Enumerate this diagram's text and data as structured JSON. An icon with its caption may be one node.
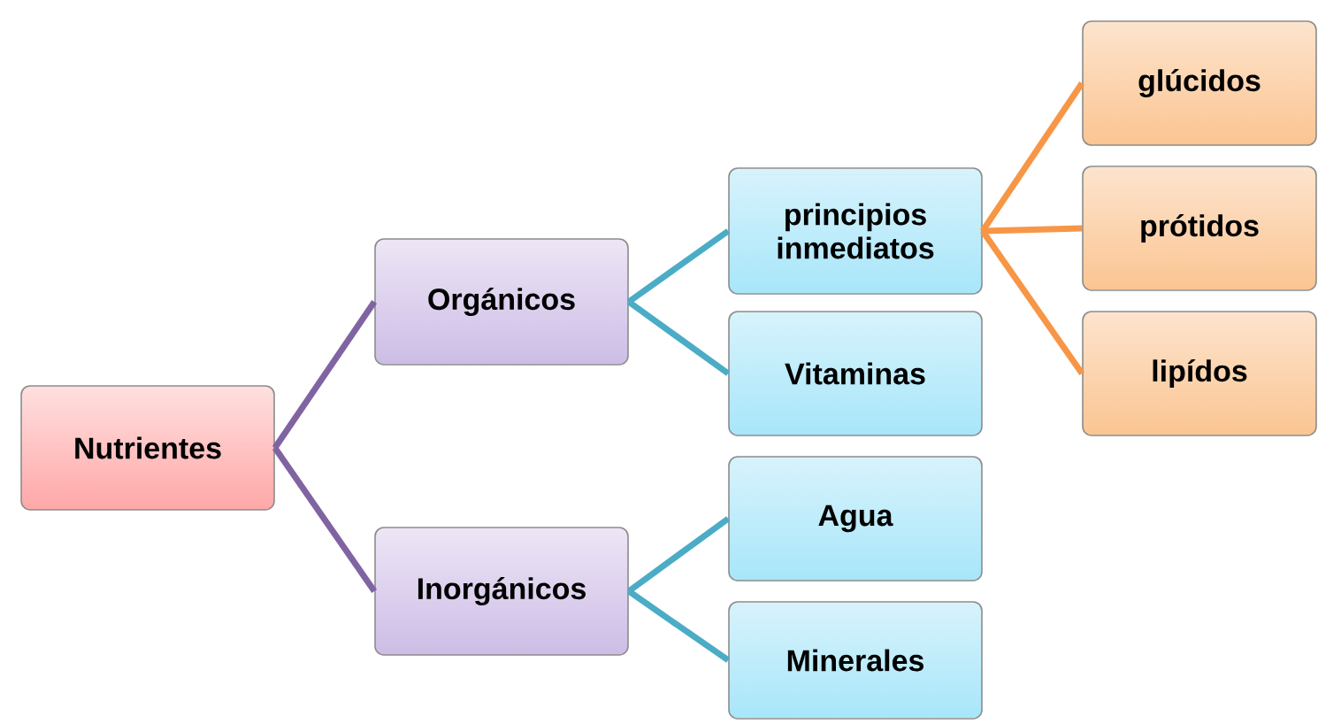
{
  "diagram": {
    "nodes": [
      {
        "text": [
          "Nutrientes"
        ]
      },
      {
        "text": [
          "Orgánicos"
        ]
      },
      {
        "text": [
          "Inorgánicos"
        ]
      },
      {
        "text": [
          "principios inmediatos"
        ]
      },
      {
        "text": [
          "Vitaminas"
        ]
      },
      {
        "text": [
          "Agua"
        ]
      },
      {
        "text": [
          "Minerales"
        ]
      },
      {
        "text": [
          "glúcidos"
        ]
      },
      {
        "text": [
          "prótidos"
        ]
      },
      {
        "text": [
          "lipídos"
        ]
      }
    ],
    "edges": [
      {
        "from": 0,
        "to": 1,
        "arrow": "none",
        "color": "#8064a2"
      },
      {
        "from": 0,
        "to": 2,
        "arrow": "none",
        "color": "#8064a2"
      },
      {
        "from": 1,
        "to": 3,
        "arrow": "none"
      },
      {
        "from": 1,
        "to": 4,
        "arrow": "none"
      },
      {
        "from": 2,
        "to": 5,
        "arrow": "none"
      },
      {
        "from": 2,
        "to": 6,
        "arrow": "none"
      },
      {
        "from": 3,
        "to": 7,
        "arrow": "none",
        "color": "#f79646"
      },
      {
        "from": 3,
        "to": 8,
        "arrow": "none",
        "color": "#f79646"
      },
      {
        "from": 3,
        "to": 9,
        "arrow": "none",
        "color": "#f79646"
      }
    ]
  }
}
